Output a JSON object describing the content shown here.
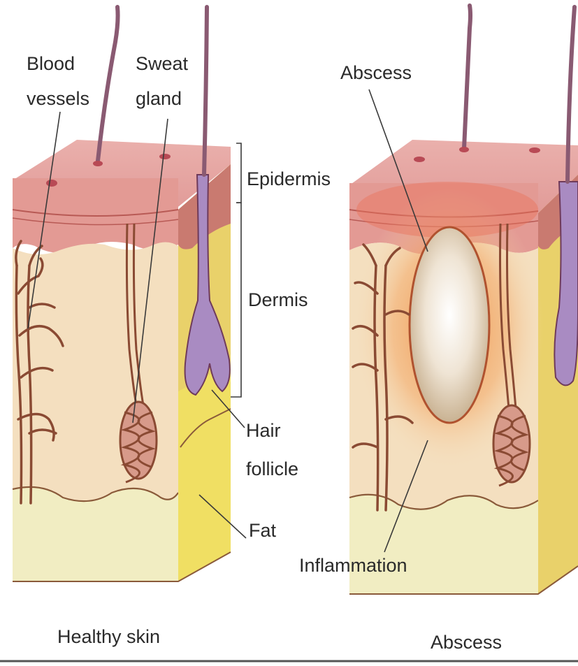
{
  "labels": {
    "blood_vessels_line1": "Blood",
    "blood_vessels_line2": "vessels",
    "sweat_gland_line1": "Sweat",
    "sweat_gland_line2": "gland",
    "epidermis": "Epidermis",
    "dermis": "Dermis",
    "hair_follicle_line1": "Hair",
    "hair_follicle_line2": "follicle",
    "fat": "Fat",
    "abscess_pointer": "Abscess",
    "inflammation": "Inflammation"
  },
  "captions": {
    "left": "Healthy skin",
    "right": "Abscess"
  },
  "colors": {
    "epidermis": "#e9a3a3",
    "dermis": "#f3dcb8",
    "fat": "#f0ecbc",
    "side_yellow": "#e9cf55",
    "follicle": "#a98bc2",
    "vessel": "#8a4a33",
    "abscess_center": "#ffffff",
    "inflammation": "#ee8a3a"
  }
}
